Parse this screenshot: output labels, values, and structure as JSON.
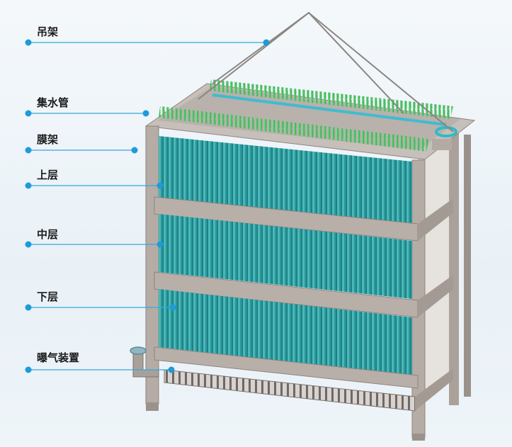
{
  "labels": {
    "hanger": "吊架",
    "water_pipe": "集水管",
    "membrane_frame": "膜架",
    "upper_layer": "上层",
    "middle_layer": "中层",
    "lower_layer": "下层",
    "aeration_device": "曝气装置"
  },
  "colors": {
    "leader_line": "#35a7dd",
    "leader_dot": "#1e9bd8",
    "membrane_fill": "#2e9aa0",
    "frame": "#b5aca6",
    "frame_dark": "#8f8580",
    "nozzle_green": "#3fae5a"
  }
}
